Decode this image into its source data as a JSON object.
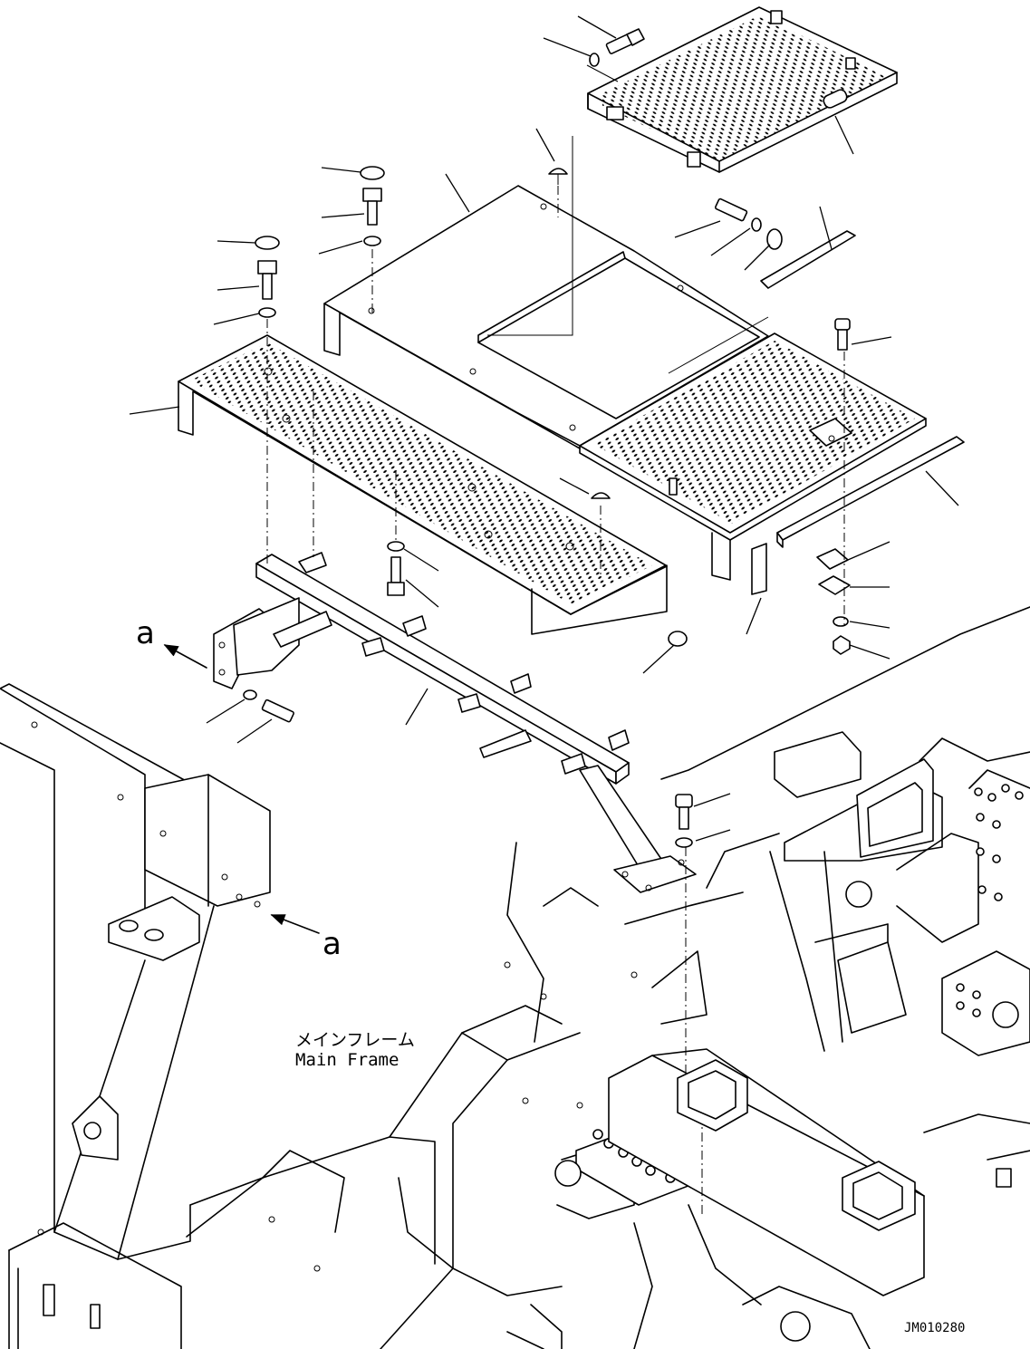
{
  "labels": {
    "view_letter_top": "a",
    "view_letter_bottom": "a",
    "main_frame_jp": "メインフレーム",
    "main_frame_en": "Main Frame",
    "drawing_number": "JM010280"
  },
  "icons": {
    "view_arrow": "arrow-left-icon"
  }
}
